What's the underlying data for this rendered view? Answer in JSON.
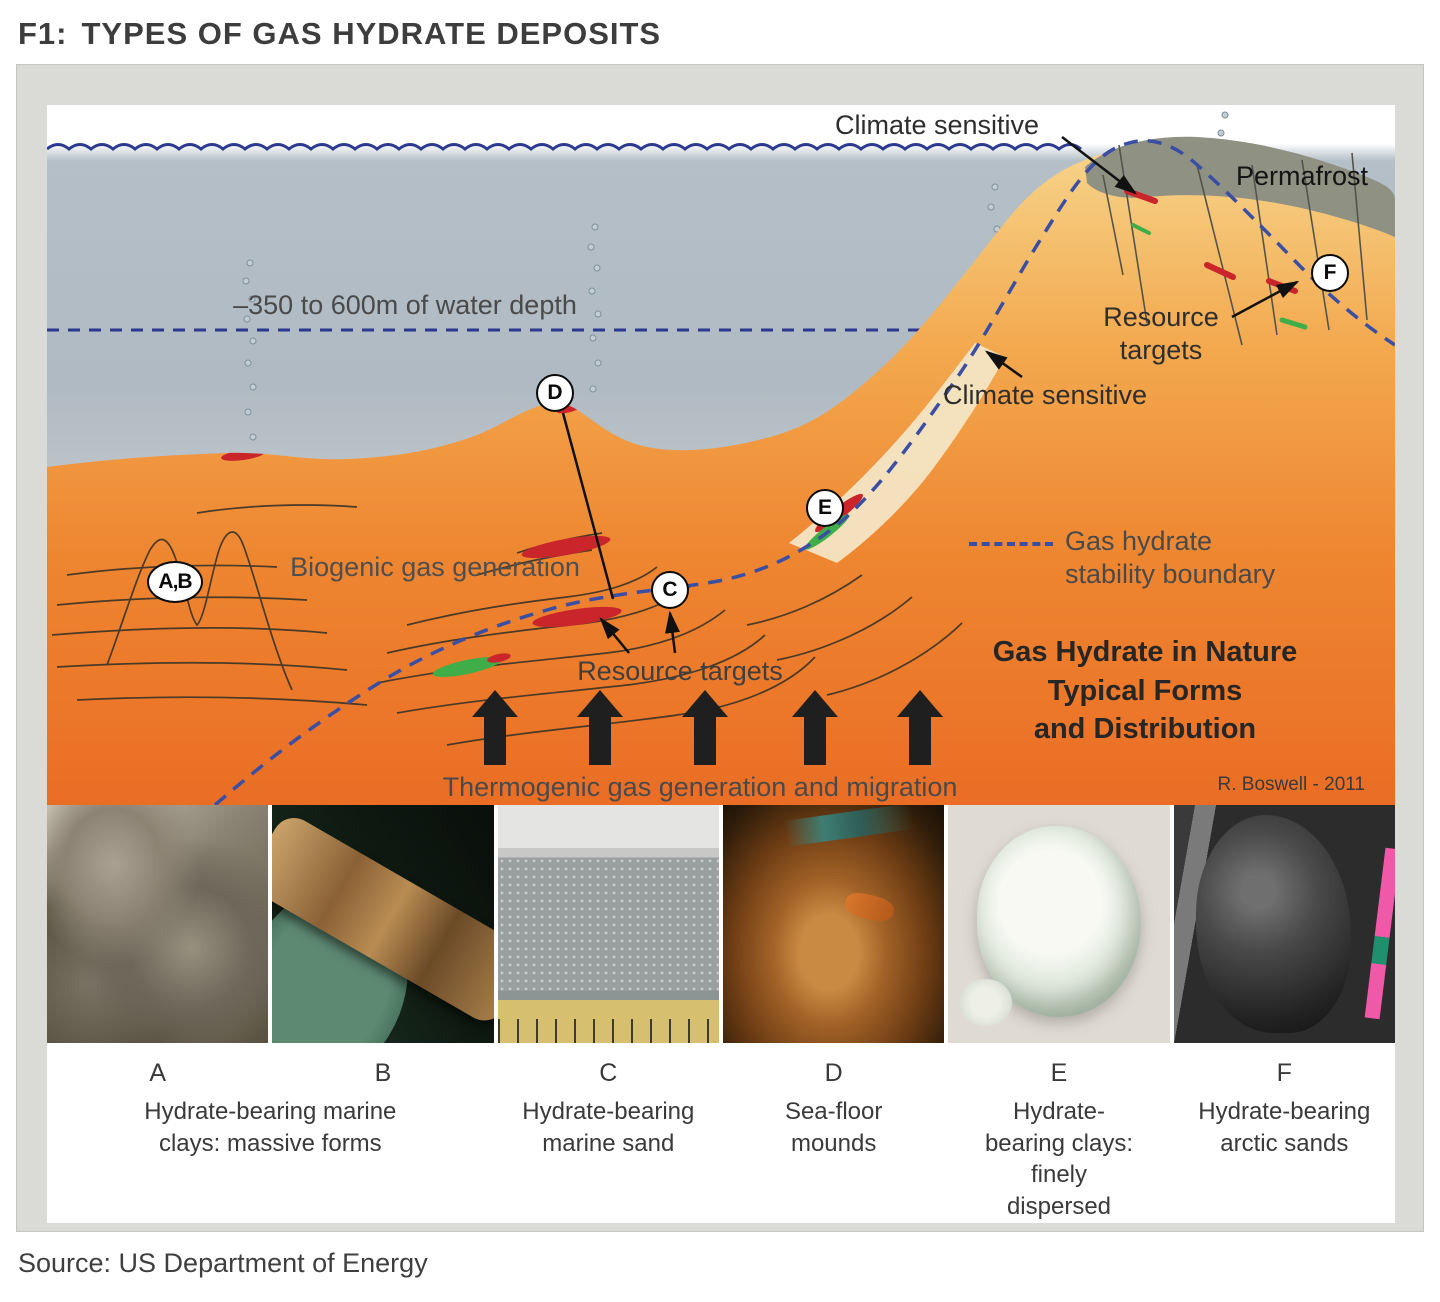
{
  "colors": {
    "navy": "#2b3990",
    "boundary-blue": "#3a4fa4",
    "hydrate-red": "#c9252b",
    "hydrate-green": "#3fae49",
    "orange-deep": "#ea6d25",
    "orange-light": "#f6d389",
    "permafrost-gray": "#8f9183",
    "panel-gray": "#dadbd7",
    "text-dark": "#3d3d3d",
    "arrow-black": "#1f1f1f"
  },
  "header": {
    "prefix": "F1:",
    "title": "TYPES OF GAS HYDRATE DEPOSITS"
  },
  "diagram": {
    "labels": {
      "climate_sensitive_top": "Climate sensitive",
      "permafrost": "Permafrost",
      "water_depth": "–350 to 600m of water depth",
      "climate_sensitive_right": "Climate sensitive",
      "resource_targets_right": "Resource targets",
      "biogenic": "Biogenic gas generation",
      "resource_targets_center": "Resource targets",
      "legend": "Gas hydrate stability boundary",
      "nature_line1": "Gas Hydrate in Nature",
      "nature_line2": "Typical Forms",
      "nature_line3": "and Distribution",
      "credit": "R. Boswell - 2011",
      "thermogenic": "Thermogenic gas generation and migration"
    },
    "badges": [
      {
        "label": "A,B"
      },
      {
        "label": "D"
      },
      {
        "label": "C"
      },
      {
        "label": "E"
      },
      {
        "label": "F"
      }
    ]
  },
  "photo_strip": {
    "letters": [
      "A",
      "B",
      "C",
      "D",
      "E",
      "F"
    ],
    "captions": [
      {
        "text": "Hydrate-bearing marine clays: massive forms"
      },
      {
        "text": "Hydrate-bearing marine sand"
      },
      {
        "text": "Sea-floor mounds"
      },
      {
        "text": "Hydrate-bearing clays: finely dispersed"
      },
      {
        "text": "Hydrate-bearing arctic sands"
      }
    ]
  },
  "source": "Source: US Department of Energy"
}
